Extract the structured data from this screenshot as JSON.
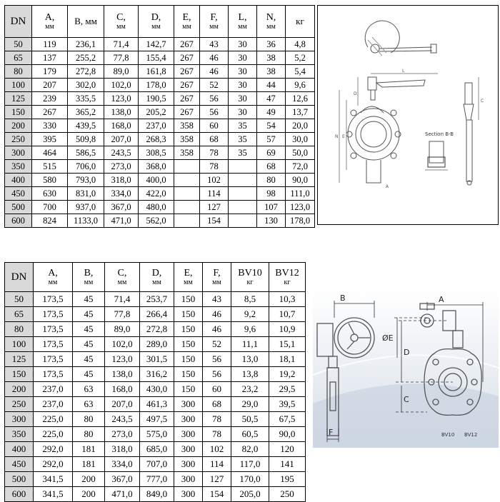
{
  "table1": {
    "headers": [
      {
        "l1": "DN",
        "l2": ""
      },
      {
        "l1": "A,",
        "l2": "мм"
      },
      {
        "l1": "B, мм",
        "l2": ""
      },
      {
        "l1": "C,",
        "l2": "мм"
      },
      {
        "l1": "D,",
        "l2": "мм"
      },
      {
        "l1": "E,",
        "l2": "мм"
      },
      {
        "l1": "F,",
        "l2": "мм"
      },
      {
        "l1": "L,",
        "l2": "мм"
      },
      {
        "l1": "N,",
        "l2": "мм"
      },
      {
        "l1": "кг",
        "l2": ""
      }
    ],
    "rows": [
      [
        "50",
        "119",
        "236,1",
        "71,4",
        "142,7",
        "267",
        "43",
        "30",
        "36",
        "4,8"
      ],
      [
        "65",
        "137",
        "255,2",
        "77,8",
        "155,4",
        "267",
        "46",
        "30",
        "38",
        "5,2"
      ],
      [
        "80",
        "179",
        "272,8",
        "89,0",
        "161,8",
        "267",
        "46",
        "30",
        "38",
        "5,4"
      ],
      [
        "100",
        "207",
        "302,0",
        "102,0",
        "178,0",
        "267",
        "52",
        "30",
        "44",
        "9,6"
      ],
      [
        "125",
        "239",
        "335,5",
        "123,0",
        "190,5",
        "267",
        "56",
        "30",
        "47",
        "12,6"
      ],
      [
        "150",
        "267",
        "365,2",
        "138,0",
        "205,2",
        "267",
        "56",
        "30",
        "49",
        "13,7"
      ],
      [
        "200",
        "330",
        "439,5",
        "168,0",
        "237,0",
        "358",
        "60",
        "35",
        "54",
        "20,0"
      ],
      [
        "250",
        "395",
        "509,8",
        "207,0",
        "268,3",
        "358",
        "68",
        "35",
        "57",
        "30,0"
      ],
      [
        "300",
        "464",
        "586,5",
        "243,5",
        "308,5",
        "358",
        "78",
        "35",
        "69",
        "50,0"
      ],
      [
        "350",
        "515",
        "706,0",
        "273,0",
        "368,0",
        "",
        "78",
        "",
        "68",
        "72,0"
      ],
      [
        "400",
        "580",
        "793,0",
        "318,0",
        "400,0",
        "",
        "102",
        "",
        "80",
        "90,0"
      ],
      [
        "450",
        "630",
        "831,0",
        "334,0",
        "422,0",
        "",
        "114",
        "",
        "98",
        "111,0"
      ],
      [
        "500",
        "700",
        "937,0",
        "367,0",
        "480,0",
        "",
        "127",
        "",
        "107",
        "123,0"
      ],
      [
        "600",
        "824",
        "1133,0",
        "471,0",
        "562,0",
        "",
        "154",
        "",
        "130",
        "178,0"
      ]
    ]
  },
  "drawing1": {
    "section_label": "Section B-B",
    "dim_labels": [
      "L",
      "N",
      "E",
      "D",
      "C",
      "A"
    ]
  },
  "table2": {
    "headers": [
      {
        "l1": "DN",
        "l2": ""
      },
      {
        "l1": "A,",
        "l2": "мм"
      },
      {
        "l1": "B,",
        "l2": "мм"
      },
      {
        "l1": "C,",
        "l2": "мм"
      },
      {
        "l1": "D,",
        "l2": "мм"
      },
      {
        "l1": "E,",
        "l2": "мм"
      },
      {
        "l1": "F,",
        "l2": "мм"
      },
      {
        "l1": "BV10",
        "l2": "кг"
      },
      {
        "l1": "BV12",
        "l2": "кг"
      }
    ],
    "rows": [
      [
        "50",
        "173,5",
        "45",
        "71,4",
        "253,7",
        "150",
        "43",
        "8,5",
        "10,3"
      ],
      [
        "65",
        "173,5",
        "45",
        "77,8",
        "266,4",
        "150",
        "46",
        "9,2",
        "10,7"
      ],
      [
        "80",
        "173,5",
        "45",
        "89,0",
        "272,8",
        "150",
        "46",
        "9,6",
        "10,9"
      ],
      [
        "100",
        "173,5",
        "45",
        "102,0",
        "289,0",
        "150",
        "52",
        "11,1",
        "15,1"
      ],
      [
        "125",
        "173,5",
        "45",
        "123,0",
        "301,5",
        "150",
        "56",
        "13,0",
        "18,1"
      ],
      [
        "150",
        "173,5",
        "45",
        "138,0",
        "316,2",
        "150",
        "56",
        "13,8",
        "19,2"
      ],
      [
        "200",
        "237,0",
        "63",
        "168,0",
        "430,0",
        "150",
        "60",
        "23,2",
        "29,5"
      ],
      [
        "250",
        "237,0",
        "63",
        "207,0",
        "461,3",
        "300",
        "68",
        "29,0",
        "39,5"
      ],
      [
        "300",
        "225,0",
        "80",
        "243,5",
        "497,5",
        "300",
        "78",
        "50,5",
        "67,5"
      ],
      [
        "350",
        "225,0",
        "80",
        "273,0",
        "575,0",
        "300",
        "78",
        "60,5",
        "90,0"
      ],
      [
        "400",
        "292,0",
        "181",
        "318,0",
        "685,0",
        "300",
        "102",
        "82,0",
        "120"
      ],
      [
        "450",
        "292,0",
        "181",
        "334,0",
        "707,0",
        "300",
        "114",
        "117,0",
        "141"
      ],
      [
        "500",
        "341,5",
        "200",
        "367,0",
        "777,0",
        "300",
        "127",
        "170,0",
        "195"
      ],
      [
        "600",
        "341,5",
        "200",
        "471,0",
        "849,0",
        "300",
        "154",
        "205,0",
        "250"
      ]
    ]
  },
  "drawing2": {
    "labels": {
      "a": "A",
      "b": "B",
      "d": "D",
      "e": "ØE",
      "c": "C",
      "f": "F",
      "bv10": "BV10",
      "bv12": "BV12"
    }
  }
}
